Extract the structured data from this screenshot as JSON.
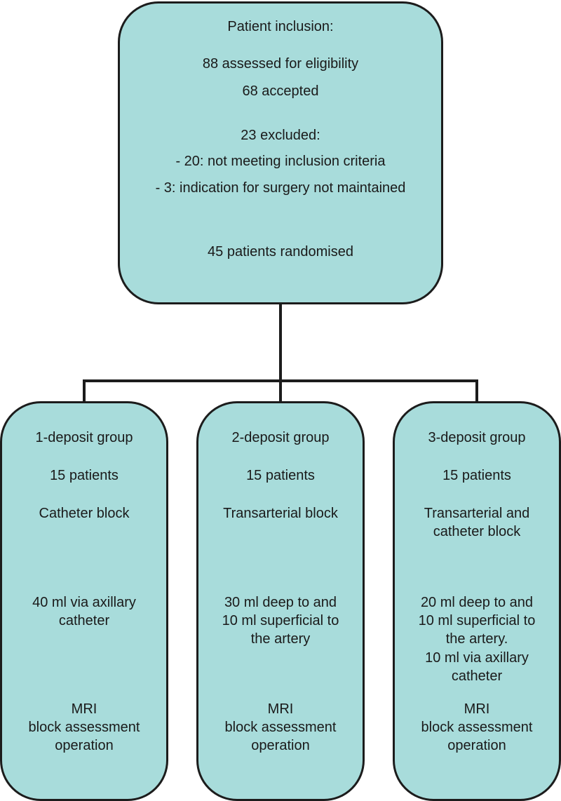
{
  "inclusion": {
    "title": "Patient inclusion:",
    "assessed": "88 assessed for eligibility",
    "accepted": "68 accepted",
    "excluded": "23 excluded:",
    "excluded_reason_1": "- 20: not meeting inclusion criteria",
    "excluded_reason_2": "- 3: indication for surgery not maintained",
    "randomised": "45 patients randomised"
  },
  "groups": [
    {
      "name": "1-deposit group",
      "patients": "15 patients",
      "block": [
        "Catheter block"
      ],
      "dose": [
        "40 ml via axillary",
        "catheter"
      ],
      "procedure": [
        "MRI",
        "block assessment",
        "operation"
      ]
    },
    {
      "name": "2-deposit group",
      "patients": "15 patients",
      "block": [
        "Transarterial block"
      ],
      "dose": [
        "30 ml deep to and",
        "10 ml superficial to",
        "the artery"
      ],
      "procedure": [
        "MRI",
        "block assessment",
        "operation"
      ]
    },
    {
      "name": "3-deposit group",
      "patients": "15 patients",
      "block": [
        "Transarterial and",
        "catheter block"
      ],
      "dose": [
        "20 ml deep to and",
        "10 ml superficial to",
        "the artery.",
        "10 ml via axillary",
        "catheter"
      ],
      "procedure": [
        "MRI",
        "block assessment",
        "operation"
      ]
    }
  ],
  "colors": {
    "box_fill": "#a8dcdb",
    "line": "#1c1c1c"
  }
}
